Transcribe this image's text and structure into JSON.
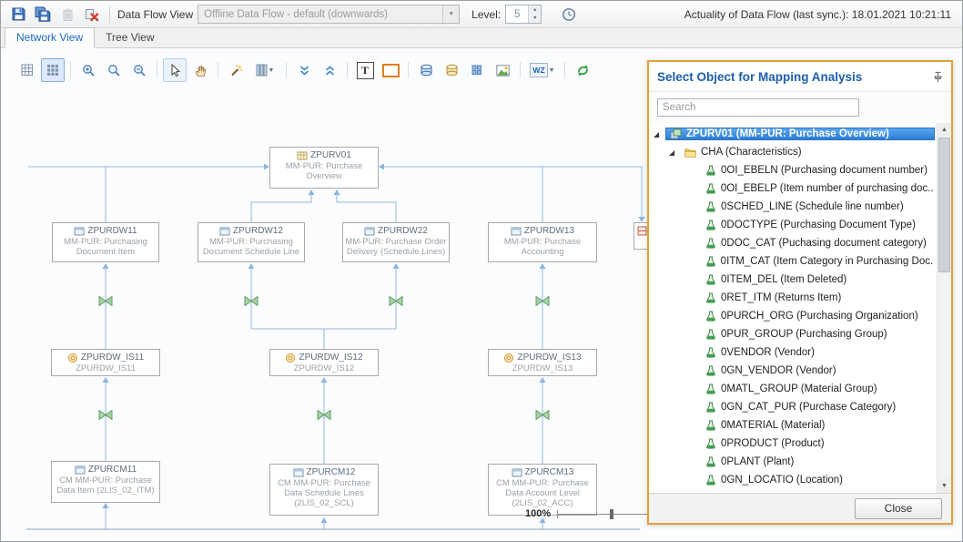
{
  "topbar": {
    "dataflow_label": "Data Flow View",
    "dataflow_value": "Offline Data Flow - default (downwards)",
    "level_label": "Level:",
    "level_value": "5",
    "actuality": "Actuality of Data Flow (last sync.): 18.01.2021 10:21:11"
  },
  "tabs": {
    "network": "Network View",
    "tree": "Tree View"
  },
  "canvas_toolbar": {
    "text_tool": "T",
    "wz_tool": "WZ"
  },
  "canvas": {
    "zoom": "100%",
    "nodes": {
      "zpurv01": {
        "title": "ZPURV01",
        "line1": "MM-PUR: Purchase",
        "line2": "Overview"
      },
      "zpurdw11": {
        "title": "ZPURDW11",
        "line1": "MM-PUR: Purchasing",
        "line2": "Document Item"
      },
      "zpurdw12": {
        "title": "ZPURDW12",
        "line1": "MM-PUR: Purchasing",
        "line2": "Document Schedule Line"
      },
      "zpurdw22": {
        "title": "ZPURDW22",
        "line1": "MM-PUR: Purchase Order",
        "line2": "Delivery (Schedule Lines)"
      },
      "zpurdw13": {
        "title": "ZPURDW13",
        "line1": "MM-PUR: Purchase",
        "line2": "Accounting"
      },
      "is11": {
        "title": "ZPURDW_IS11",
        "line1": "ZPURDW_IS11"
      },
      "is12": {
        "title": "ZPURDW_IS12",
        "line1": "ZPURDW_IS12"
      },
      "is13": {
        "title": "ZPURDW_IS13",
        "line1": "ZPURDW_IS13"
      },
      "cm11": {
        "title": "ZPURCM11",
        "line1": "CM MM-PUR: Purchase",
        "line2": "Data Item (2LIS_02_ITM)"
      },
      "cm12": {
        "title": "ZPURCM12",
        "line1": "CM MM-PUR: Purchase",
        "line2": "Data Schedule Lines",
        "line3": "(2LIS_02_SCL)"
      },
      "cm13": {
        "title": "ZPURCM13",
        "line1": "CM MM-PUR: Purchase",
        "line2": "Data Account Level",
        "line3": "(2LIS_02_ACC)"
      }
    }
  },
  "panel": {
    "title": "Select Object for Mapping Analysis",
    "search_placeholder": "Search",
    "root": "ZPURV01 (MM-PUR: Purchase Overview)",
    "folder": "CHA (Characteristics)",
    "items": [
      "0OI_EBELN (Purchasing document number)",
      "0OI_EBELP (Item number of purchasing doc...",
      "0SCHED_LINE (Schedule line number)",
      "0DOCTYPE (Purchasing Document Type)",
      "0DOC_CAT (Puchasing document category)",
      "0ITM_CAT (Item Category in Purchasing Doc...",
      "0ITEM_DEL (Item Deleted)",
      "0RET_ITM (Returns Item)",
      "0PURCH_ORG (Purchasing Organization)",
      "0PUR_GROUP (Purchasing Group)",
      "0VENDOR (Vendor)",
      "0GN_VENDOR (Vendor)",
      "0MATL_GROUP (Material Group)",
      "0GN_CAT_PUR (Purchase Category)",
      "0MATERIAL (Material)",
      "0PRODUCT (Product)",
      "0PLANT (Plant)",
      "0GN_LOCATIO (Location)"
    ],
    "close_label": "Close"
  },
  "colors": {
    "accent_blue": "#1B5FA8",
    "selection_blue": "#2D7ED6",
    "panel_border_orange": "#DCA23C",
    "wire_blue": "#A9C6E2",
    "transform_green": "#A8D3A8",
    "flask_green": "#3F9E4F"
  }
}
